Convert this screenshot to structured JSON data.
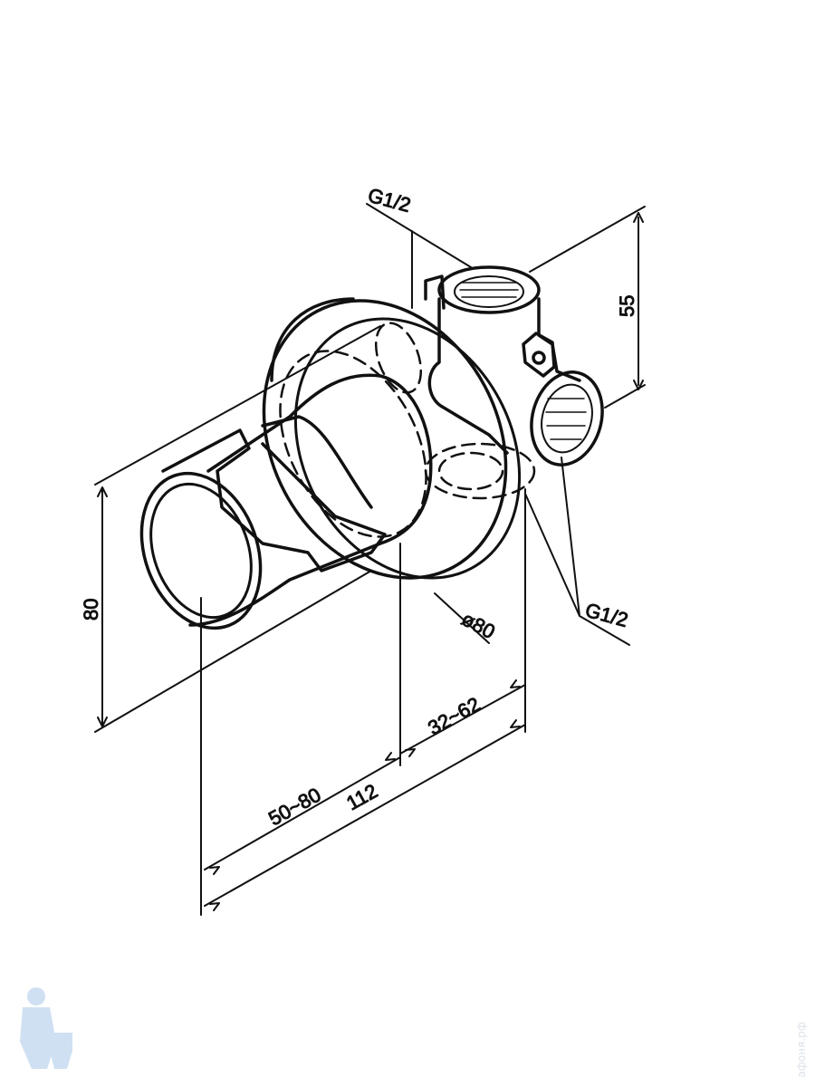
{
  "diagram": {
    "labels": {
      "top_thread": "G1/2",
      "side_thread": "G1/2",
      "height_right": "55",
      "height_left": "80",
      "flange_diameter": "ø80",
      "depth_range_right": "32~62",
      "depth_range_left": "50~80",
      "total_length": "112"
    },
    "colors": {
      "line": "#111111",
      "logo": "#cfe0f2"
    }
  },
  "watermark": {
    "text": "афоня.рф"
  }
}
